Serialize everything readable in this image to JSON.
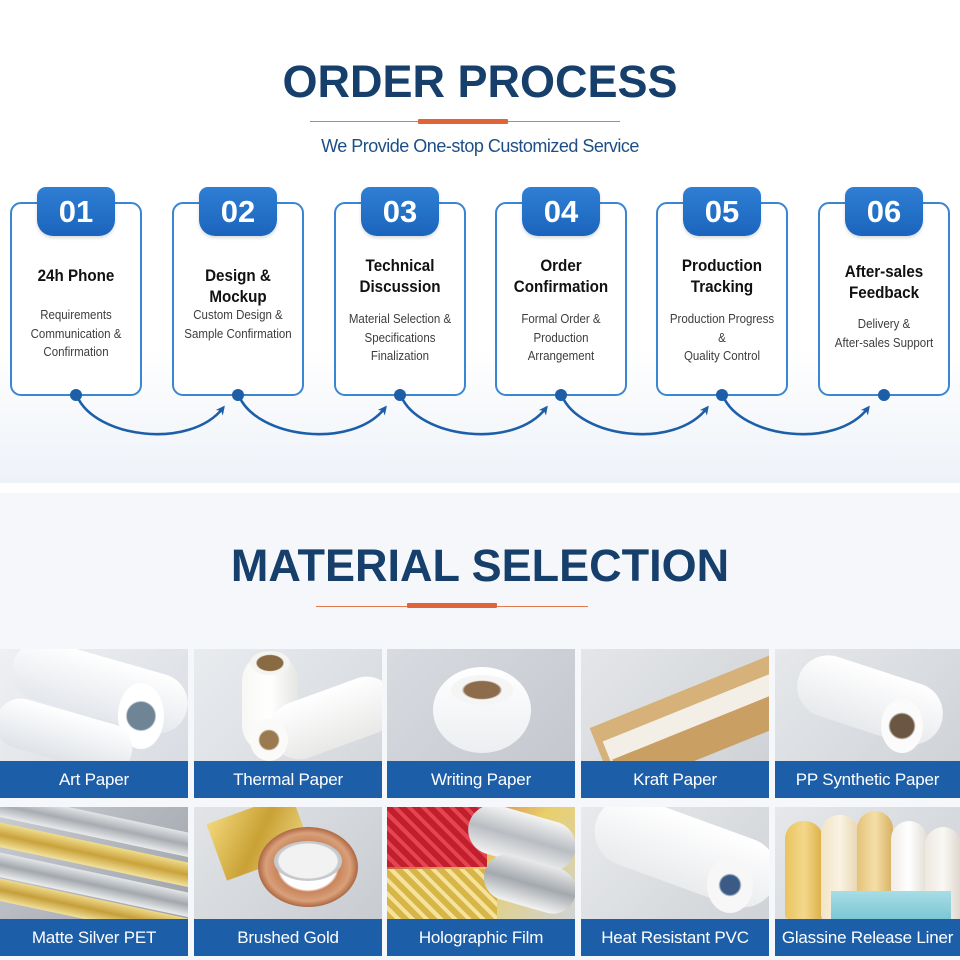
{
  "order_process": {
    "title": "ORDER PROCESS",
    "subtitle": "We Provide One-stop Customized Service",
    "steps": [
      {
        "number": "01",
        "title": "24h Phone",
        "description": "Requirements\nCommunication &\nConfirmation"
      },
      {
        "number": "02",
        "title": "Design & Mockup",
        "description": "Custom Design &\nSample Confirmation"
      },
      {
        "number": "03",
        "title": "Technical\nDiscussion",
        "description": "Material Selection &\nSpecifications\nFinalization"
      },
      {
        "number": "04",
        "title": "Order\nConfirmation",
        "description": "Formal Order &\nProduction\nArrangement"
      },
      {
        "number": "05",
        "title": "Production\nTracking",
        "description": "Production Progress &\nQuality Control"
      },
      {
        "number": "06",
        "title": "After-sales\nFeedback",
        "description": "Delivery &\nAfter-sales Support"
      }
    ]
  },
  "material_selection": {
    "title": "MATERIAL SELECTION",
    "materials": [
      {
        "label": "Art Paper"
      },
      {
        "label": "Thermal Paper"
      },
      {
        "label": "Writing Paper"
      },
      {
        "label": "Kraft Paper"
      },
      {
        "label": "PP Synthetic Paper"
      },
      {
        "label": "Matte Silver PET"
      },
      {
        "label": "Brushed Gold"
      },
      {
        "label": "Holographic Film"
      },
      {
        "label": "Heat Resistant PVC"
      },
      {
        "label": "Glassine Release Liner"
      }
    ]
  },
  "colors": {
    "title_navy": "#163f6b",
    "accent_blue": "#1d5ea8",
    "accent_orange": "#e0643a"
  }
}
